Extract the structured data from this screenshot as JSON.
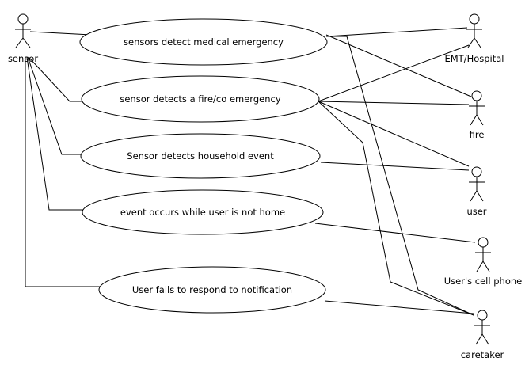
{
  "actors": {
    "sensor": "sensor",
    "emt": "EMT/Hospital",
    "fire": "fire",
    "user": "user",
    "cell": "User's cell phone",
    "caretaker": "caretaker"
  },
  "use_cases": {
    "medical": "sensors detect medical emergency",
    "fire_co": "sensor detects a fire/co emergency",
    "household": "Sensor detects household event",
    "not_home": "event occurs while user is not home",
    "no_response": "User fails to respond to notification"
  }
}
